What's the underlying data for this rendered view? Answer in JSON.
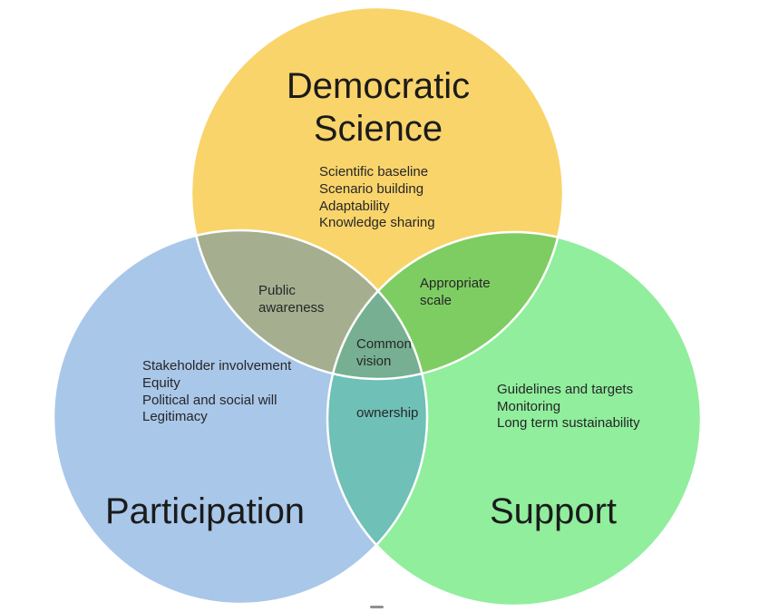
{
  "venn": {
    "colors": {
      "democratic": "#F9D46B",
      "participation": "#A9C7E9",
      "support": "#90EE9D",
      "overlap_democratic_participation": "#A5AF90",
      "overlap_democratic_support": "#7ECD62",
      "overlap_participation_support": "#6FC0B6",
      "overlap_center": "#76AF92",
      "outline": "#FFFFFF"
    },
    "circles": {
      "democratic": {
        "title_lines": [
          "Democratic",
          "Science"
        ],
        "items": [
          "Scientific baseline",
          "Scenario building",
          "Adaptability",
          "Knowledge sharing"
        ]
      },
      "participation": {
        "title": "Participation",
        "items": [
          "Stakeholder involvement",
          "Equity",
          "Political and social will",
          "Legitimacy"
        ]
      },
      "support": {
        "title": "Support",
        "items": [
          "Guidelines and targets",
          "Monitoring",
          "Long term sustainability"
        ]
      }
    },
    "overlaps": {
      "democratic_participation": {
        "lines": [
          "Public",
          "awareness"
        ]
      },
      "democratic_support": {
        "lines": [
          "Appropriate",
          "scale"
        ]
      },
      "center": {
        "lines": [
          "Common",
          "vision"
        ]
      },
      "participation_support": {
        "lines": [
          "ownership"
        ]
      }
    }
  }
}
